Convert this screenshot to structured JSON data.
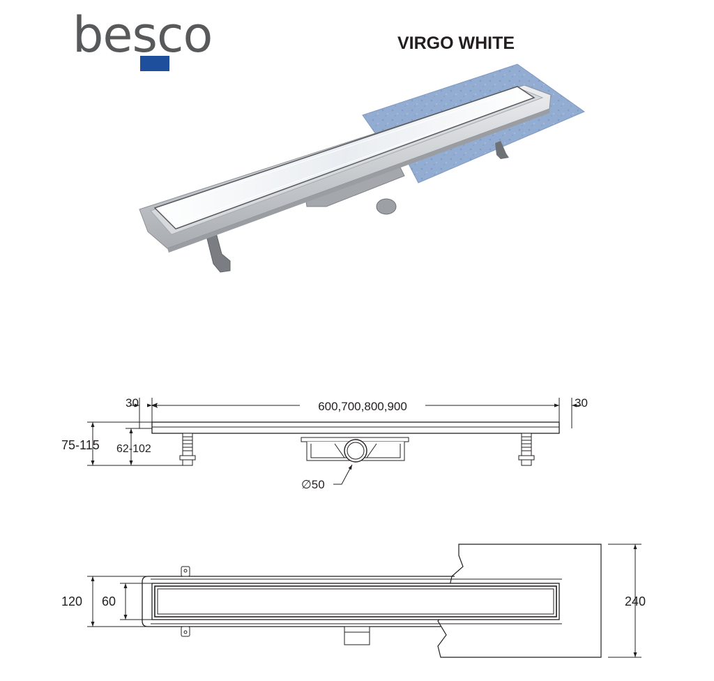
{
  "brand": {
    "logo_text": "besco",
    "text_color": "#58595b",
    "accent_color": "#1d4f9c"
  },
  "product": {
    "title": "VIRGO WHITE"
  },
  "front_view": {
    "total_length": "600,700,800,900",
    "left_margin": "30",
    "right_margin": "30",
    "height_total": "75-115",
    "height_inner": "62-102",
    "outlet_diameter": "∅50"
  },
  "top_view": {
    "outer_width": "120",
    "inner_width": "60",
    "membrane_width": "240"
  },
  "colors": {
    "membrane": "#8fa9cf",
    "steel": "#c8ccd0",
    "grate": "#f4f6f8",
    "line": "#231f20"
  }
}
